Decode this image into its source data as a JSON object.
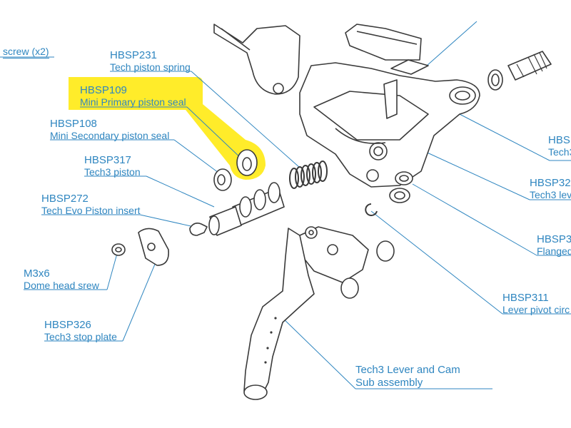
{
  "colors": {
    "label": "#2f86c0",
    "highlight": "#ffec2a",
    "line": "#2f86c0",
    "part": "#3a3a3a"
  },
  "labels": {
    "screw": "screw (x2)",
    "hbsp231_code": "HBSP231",
    "hbsp231_name": "Tech piston spring",
    "hbsp109_code": "HBSP109",
    "hbsp109_name": "Mini Primary piston seal",
    "hbsp108_code": "HBSP108",
    "hbsp108_name": "Mini Secondary piston seal",
    "hbsp317_code": "HBSP317",
    "hbsp317_name": "Tech3 piston",
    "hbsp272_code": "HBSP272",
    "hbsp272_name": "Tech Evo Piston insert",
    "m3x6_code": "M3x6",
    "m3x6_name": "Dome head srew",
    "hbsp326_code": "HBSP326",
    "hbsp326_name": "Tech3 stop plate",
    "hbsp311_code": "HBSP311",
    "hbsp311_name": "Lever pivot circ",
    "lever_line1": "Tech3 Lever and Cam",
    "lever_line2": "Sub assembly",
    "right1_code": "HBSI",
    "right1_name": "Tech3",
    "right2_code": "HBSP32",
    "right2_name": "Tech3 lev",
    "right3_code": "HBSP3",
    "right3_name": "Flanged"
  }
}
